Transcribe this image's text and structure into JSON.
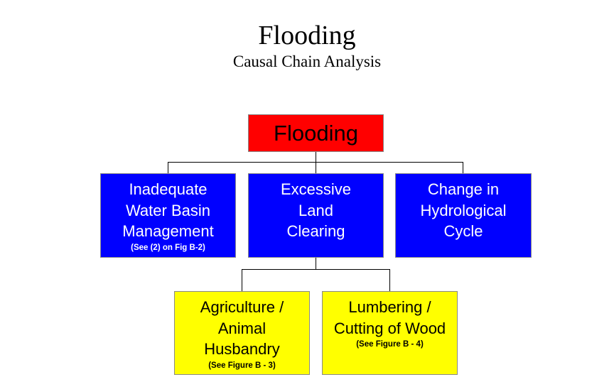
{
  "header": {
    "title": "Flooding",
    "subtitle": "Causal Chain Analysis"
  },
  "root": {
    "label": "Flooding",
    "color": "#ff0000"
  },
  "level1": [
    {
      "lines": [
        "Inadequate",
        "Water Basin",
        "Management"
      ],
      "note": "(See (2) on Fig B-2)"
    },
    {
      "lines": [
        "Excessive",
        "Land",
        "Clearing"
      ]
    },
    {
      "lines": [
        "Change in",
        "Hydrological",
        "Cycle"
      ]
    }
  ],
  "level2": [
    {
      "lines": [
        "Agriculture /",
        "Animal",
        "Husbandry"
      ],
      "note": "(See Figure B - 3)"
    },
    {
      "lines": [
        "Lumbering /",
        "Cutting of Wood"
      ],
      "note": "(See Figure B - 4)"
    }
  ],
  "colors": {
    "level1": "#0000ff",
    "level2": "#ffff00"
  }
}
